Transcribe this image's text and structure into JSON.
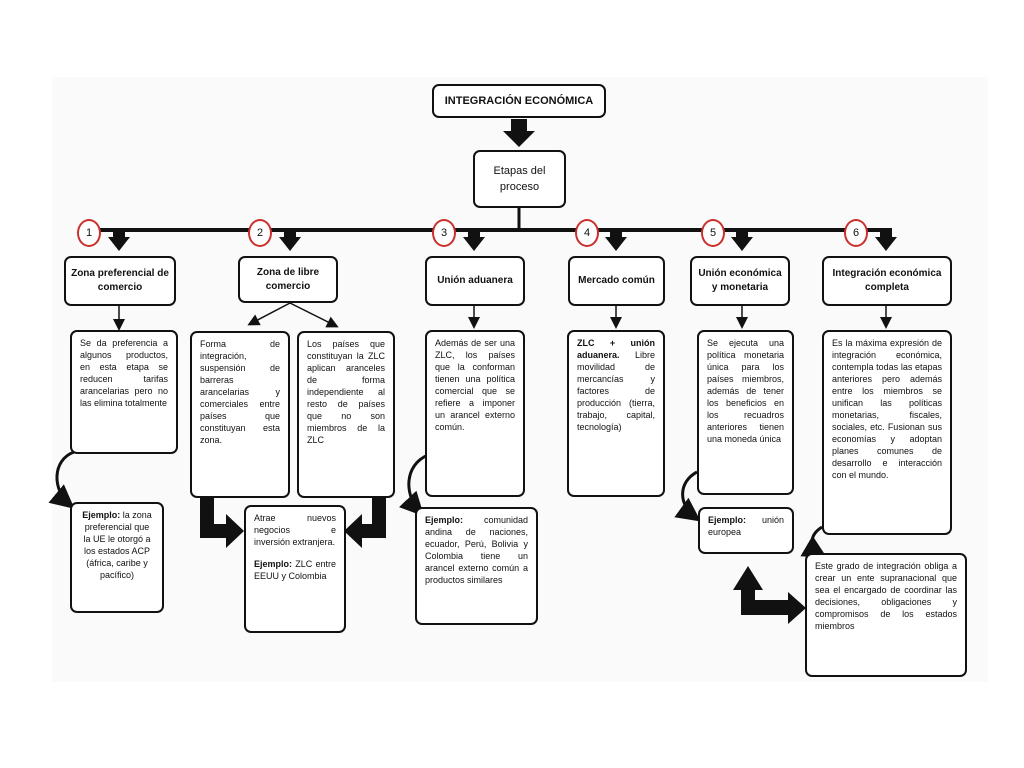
{
  "title": "INTEGRACIÓN ECONÓMICA",
  "stage_box": "Etapas del\nproceso",
  "stages": [
    {
      "number": "1",
      "name": "Zona preferencial de\ncomercio",
      "description": "Se da preferencia a algunos productos, en esta etapa se reducen tarifas arancelarias pero no las elimina totalmente",
      "example_label": "Ejemplo:",
      "example_text": " la zona preferencial que la UE le otorgó a los estados ACP (áfrica, caribe y pacífico)"
    },
    {
      "number": "2",
      "name": "Zona de libre\ncomercio",
      "description_a": "Forma de integración, suspensión de barreras arancelarias y comerciales entre países que constituyan esta zona.",
      "description_b": "Los países que constituyan la ZLC aplican aranceles de forma independiente al resto de países que no son miembros de la ZLC",
      "note_text": "Atrae nuevos negocios e inversión extranjera.",
      "example_label": "Ejemplo:",
      "example_text": " ZLC entre EEUU y Colombia"
    },
    {
      "number": "3",
      "name": "Unión aduanera",
      "description": "Además de ser una ZLC, los países que la conforman tienen una política comercial que se refiere a imponer un arancel externo común.",
      "example_label": "Ejemplo:",
      "example_text": " comunidad andina de naciones, ecuador, Perú, Bolivia y Colombia tiene un arancel externo común a productos similares"
    },
    {
      "number": "4",
      "name": "Mercado común",
      "description_label": "ZLC + unión aduanera.",
      "description": " Libre movilidad de mercancías y factores de producción (tierra, trabajo, capital, tecnología)"
    },
    {
      "number": "5",
      "name": "Unión económica\ny monetaria",
      "description": "Se ejecuta una política monetaria única para los países miembros, además de tener los beneficios en los recuadros anteriores tienen una moneda única",
      "example_label": "Ejemplo:",
      "example_text": " unión europea"
    },
    {
      "number": "6",
      "name": "Integración económica\ncompleta",
      "description": "Es la máxima expresión de integración económica, contempla todas las etapas anteriores pero además entre los miembros se unifican las políticas monetarias, fiscales, sociales, etc. Fusionan sus economías y adoptan planes comunes de desarrollo e interacción con el mundo.",
      "extra_text": "Este grado de integración obliga a crear un ente supranacional que sea el encargado de coordinar las decisiones, obligaciones y compromisos de los estados miembros"
    }
  ]
}
